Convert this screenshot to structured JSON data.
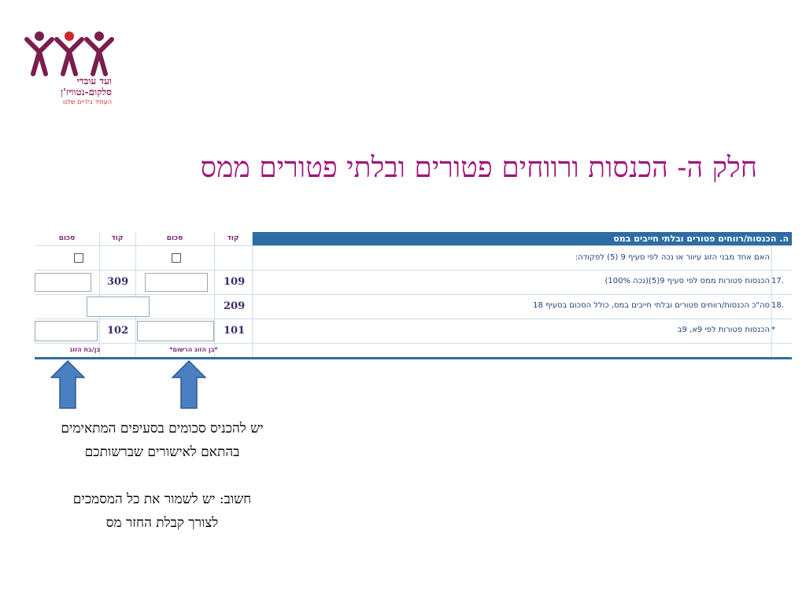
{
  "logo": {
    "line1": "ועד עובדי",
    "line2": "סלקום-נטוויז'ן",
    "line3": "העתיד בידיים שלנו"
  },
  "slide_title": "חלק ה- הכנסות ורווחים פטורים ובלתי פטורים ממס",
  "form": {
    "header_title": "ה. הכנסות/רווחים פטורים ובלתי חייבים במס",
    "col_headers": {
      "code_right": "קוד",
      "amount_right": "סכום",
      "code_left": "קוד",
      "amount_left": "סכום"
    },
    "rows": [
      {
        "num": "",
        "text": "האם אחד מבני הזוג עיוור או נכה לפי סעיף 9 (5) לפקודה:"
      },
      {
        "num": "17.",
        "text": "הכנסות פטורות ממס לפי סעיף 9(5)(נכה 100%)",
        "code_right": "109",
        "code_left": "309"
      },
      {
        "num": "18.",
        "text": "סה\"כ הכנסות/רווחים פטורים ובלתי חייבים במס, כולל הסכום בסעיף 18",
        "code_right": "209"
      },
      {
        "num": "*",
        "text": "הכנסות פטורות לפי 9א, 9ב",
        "code_right": "101",
        "code_left": "102"
      }
    ],
    "footer": {
      "registered_spouse": "*בן הזוג הרשום*",
      "spouse": "בן/בת הזוג"
    }
  },
  "notes": {
    "line1": "יש להכניס סכומים בסעיפים המתאימים",
    "line2": "בהתאם לאישורים שברשותכם",
    "line3": "חשוב: יש לשמור את כל המסמכים",
    "line4": "לצורך קבלת החזר מס"
  },
  "colors": {
    "title": "#a0157a",
    "header_bar": "#2e6da4",
    "arrow_fill": "#4a7fc1",
    "logo_purple": "#8a1f55"
  }
}
